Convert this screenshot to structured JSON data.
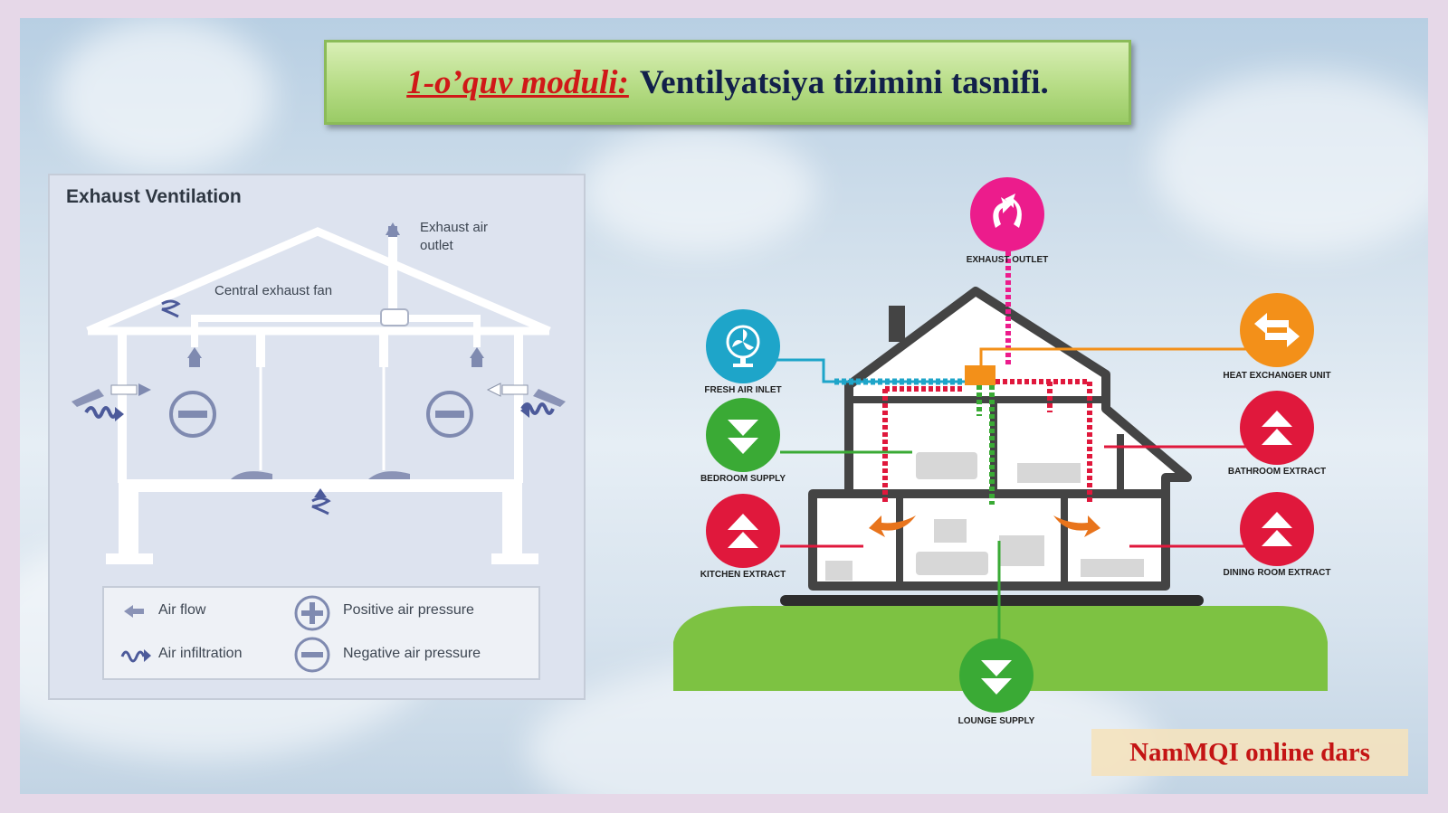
{
  "title": {
    "prefix": "1-o’quv moduli:",
    "text": "Ventilyatsiya tizimini tasnifi."
  },
  "exhaust_panel": {
    "title": "Exhaust Ventilation",
    "labels": {
      "exhaust_outlet_line1": "Exhaust air",
      "exhaust_outlet_line2": "outlet",
      "central_fan": "Central exhaust fan"
    },
    "legend": {
      "air_flow": "Air flow",
      "air_infiltration": "Air infiltration",
      "positive_pressure": "Positive air pressure",
      "negative_pressure": "Negative air pressure"
    }
  },
  "house_diagram": {
    "nodes": {
      "exhaust_outlet": "EXHAUST OUTLET",
      "fresh_air_inlet": "FRESH AIR INLET",
      "heat_exchanger": "HEAT EXCHANGER UNIT",
      "bedroom_supply": "BEDROOM SUPPLY",
      "bathroom_extract": "BATHROOM EXTRACT",
      "kitchen_extract": "KITCHEN EXTRACT",
      "dining_room_extract": "DINING ROOM EXTRACT",
      "lounge_supply": "LOUNGE SUPPLY"
    },
    "colors": {
      "exhaust": "#ec1c8c",
      "fresh_air": "#1ea5c9",
      "heat_exchanger": "#f39019",
      "supply": "#3aaa35",
      "extract": "#e0183c"
    }
  },
  "footer": "NamMQI online dars"
}
